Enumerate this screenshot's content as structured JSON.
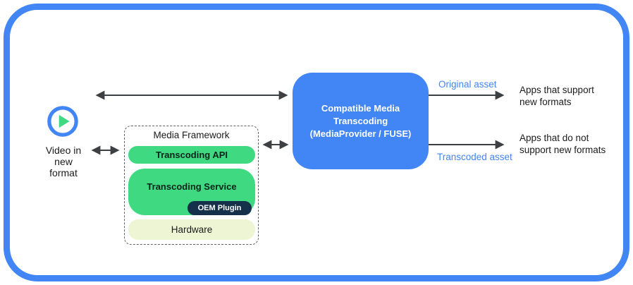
{
  "colors": {
    "frame_blue": "#4285f4",
    "box_blue": "#4285f4",
    "pill_green": "#3fd981",
    "oem_navy": "#14304a",
    "hardware_pale": "#eef5d4",
    "arrow_gray": "#3c4043",
    "label_blue": "#4285f4",
    "text_black": "#1b1b1b"
  },
  "source": {
    "icon": "play-icon",
    "label": "Video in\nnew\nformat"
  },
  "framework": {
    "title": "Media Framework",
    "api_label": "Transcoding API",
    "service_label": "Transcoding Service",
    "oem_label": "OEM Plugin",
    "hardware_label": "Hardware"
  },
  "transcoder": {
    "label": "Compatible Media\nTranscoding\n(MediaProvider / FUSE)"
  },
  "outputs": {
    "original_label": "Original asset",
    "transcoded_label": "Transcoded asset",
    "apps_support": "Apps that support\nnew formats",
    "apps_not_support": "Apps that do not\nsupport new formats"
  }
}
